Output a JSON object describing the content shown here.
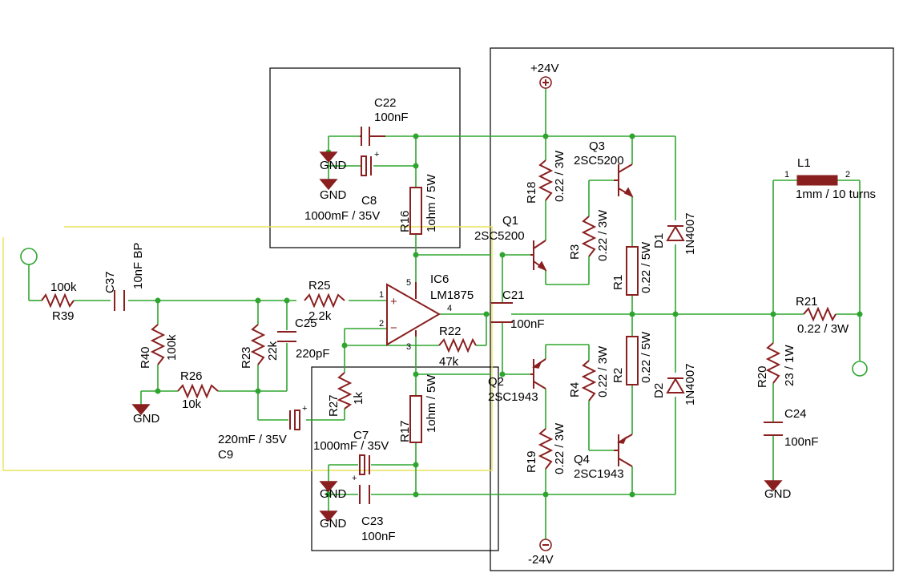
{
  "rails": {
    "pos": "+24V",
    "neg": "-24V",
    "gnd": "GND"
  },
  "ic": {
    "ref": "IC6",
    "part": "LM1875",
    "pin1": "1",
    "pin2": "2",
    "pin3": "3",
    "pin4": "4",
    "pin5": "5",
    "plus": "+",
    "minus": "−"
  },
  "c22": {
    "ref": "C22",
    "val": "100nF"
  },
  "c8": {
    "ref": "C8",
    "val": "1000mF / 35V"
  },
  "r16": {
    "ref": "R16",
    "val": "1ohm / 5W"
  },
  "r17": {
    "ref": "R17",
    "val": "1ohm / 5W"
  },
  "c7": {
    "ref": "C7",
    "val": "1000mF / 35V"
  },
  "c23": {
    "ref": "C23",
    "val": "100nF"
  },
  "r39": {
    "ref": "R39",
    "val": "100k"
  },
  "c37": {
    "ref": "C37",
    "val": "10nF BP"
  },
  "r40": {
    "ref": "R40",
    "val": "100k"
  },
  "r26": {
    "ref": "R26",
    "val": "10k"
  },
  "r23": {
    "ref": "R23",
    "val": "22k"
  },
  "c25": {
    "ref": "C25",
    "val": "220pF"
  },
  "r25": {
    "ref": "R25",
    "val": "2.2k"
  },
  "r27": {
    "ref": "R27",
    "val": "1k"
  },
  "c9": {
    "ref": "C9",
    "val": "220mF / 35V"
  },
  "r22": {
    "ref": "R22",
    "val": "47k"
  },
  "c21": {
    "ref": "C21",
    "val": "100nF"
  },
  "q1": {
    "ref": "Q1",
    "part": "2SC5200"
  },
  "q2": {
    "ref": "Q2",
    "part": "2SC1943"
  },
  "q3": {
    "ref": "Q3",
    "part": "2SC5200"
  },
  "q4": {
    "ref": "Q4",
    "part": "2SC1943"
  },
  "r18": {
    "ref": "R18",
    "val": "0.22 / 3W"
  },
  "r3": {
    "ref": "R3",
    "val": "0.22 / 3W"
  },
  "r1": {
    "ref": "R1",
    "val": "0.22 / 5W"
  },
  "r2": {
    "ref": "R2",
    "val": "0.22 / 5W"
  },
  "r4": {
    "ref": "R4",
    "val": "0.22 / 3W"
  },
  "r19": {
    "ref": "R19",
    "val": "0.22 / 3W"
  },
  "d1": {
    "ref": "D1",
    "part": "1N4007"
  },
  "d2": {
    "ref": "D2",
    "part": "1N4007"
  },
  "l1": {
    "ref": "L1",
    "val": "1mm / 10 turns",
    "pin1": "1",
    "pin2": "2"
  },
  "r21": {
    "ref": "R21",
    "val": "0.22 / 3W"
  },
  "r20": {
    "ref": "R20",
    "val": "23 / 1W"
  },
  "c24": {
    "ref": "C24",
    "val": "100nF"
  },
  "colors": {
    "wire": "#2fa52f",
    "part": "#8a1f1f",
    "frame": "#000000",
    "highlight": "#e8e25a"
  }
}
